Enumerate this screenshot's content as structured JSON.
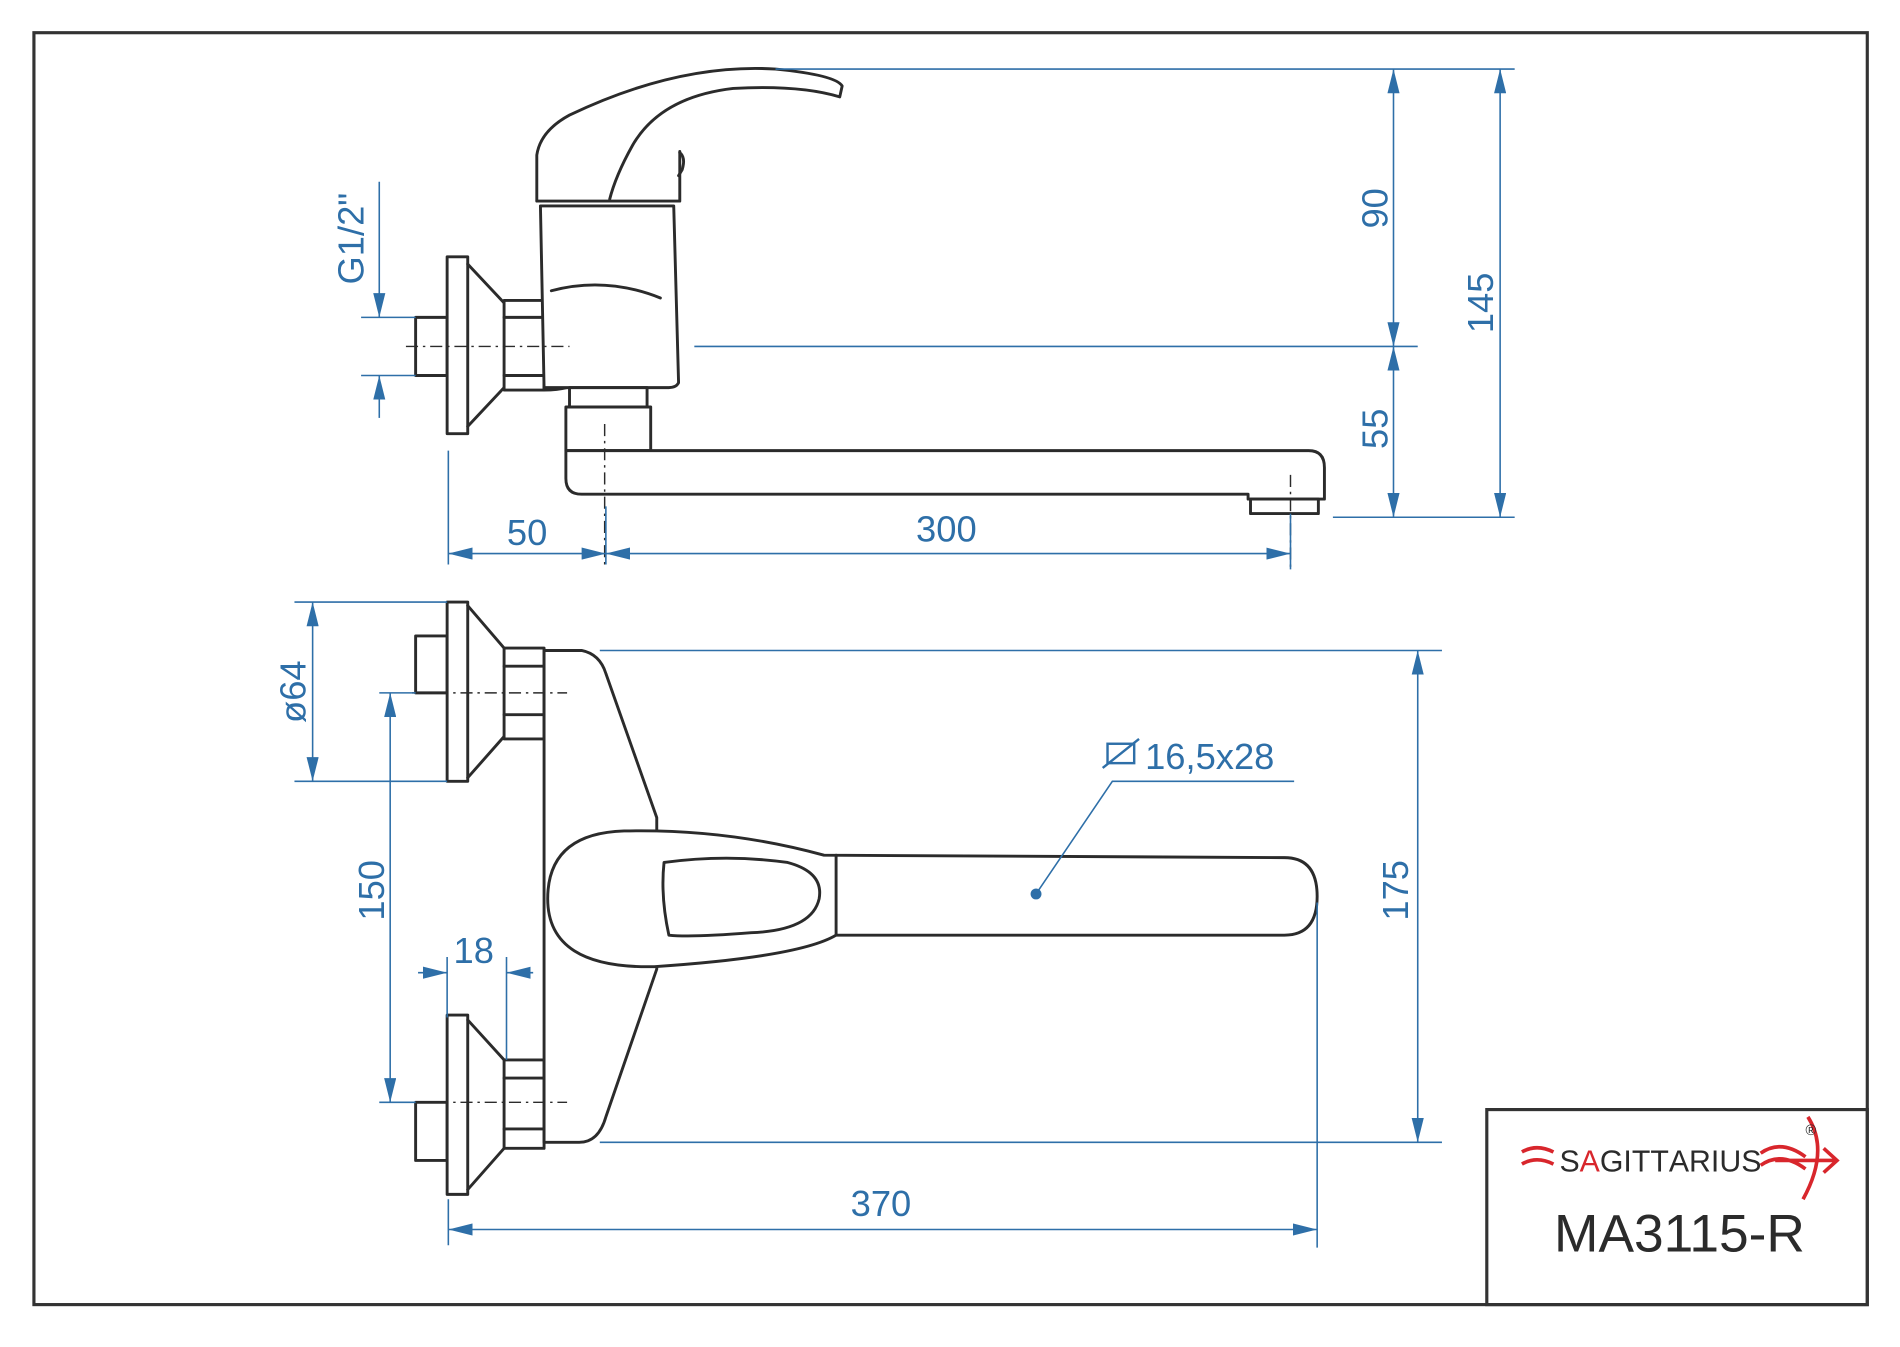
{
  "drawing": {
    "model": "MA3115-R",
    "logo": {
      "text": "SAGITTARIUS",
      "registered": "®"
    },
    "accent_color": "#2e6fa8",
    "logo_color": "#d8262c",
    "side_view": {
      "thread_label": "G1/2\"",
      "dim_handle_height": "90",
      "dim_spout_height": "55",
      "dim_total_height": "145",
      "dim_wall_offset": "50",
      "dim_spout_reach": "300"
    },
    "top_view": {
      "dim_flange_diameter": "ø64",
      "dim_center_distance": "150",
      "dim_eccentric": "18",
      "dim_body_width": "175",
      "dim_total_length": "370",
      "spout_section": "16,5x28"
    }
  }
}
